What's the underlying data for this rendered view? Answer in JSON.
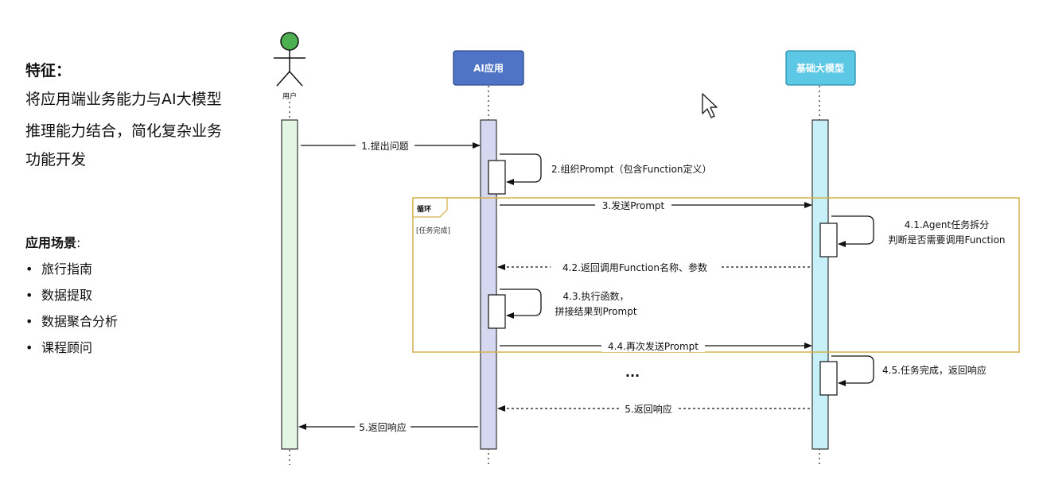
{
  "features": {
    "title": "特征：",
    "lines": [
      "将应用端业务能力与AI大模型",
      "推理能力结合，简化复杂业务",
      "功能开发"
    ]
  },
  "scenarios": {
    "title": "应用场景",
    "colon": ":",
    "items": [
      "旅行指南",
      "数据提取",
      "数据聚合分析",
      "课程顾问"
    ]
  },
  "participants": {
    "user": "用户",
    "app": "AI应用",
    "model": "基础大模型"
  },
  "loop": {
    "label": "循环",
    "condition": "[任务完成]"
  },
  "messages": {
    "m1": "1.提出问题",
    "m2": "2.组织Prompt（包含Function定义）",
    "m3": "3.发送Prompt",
    "m41_line1": "4.1.Agent任务拆分",
    "m41_line2": "判断是否需要调用Function",
    "m42": "4.2.返回调用Function名称、参数",
    "m43_line1": "4.3.执行函数，",
    "m43_line2": "拼接结果到Prompt",
    "m44": "4.4.再次发送Prompt",
    "ellipsis": "...",
    "m45": "4.5.任务完成，返回响应",
    "m5_model": "5.返回响应",
    "m5_user": "5.返回响应"
  },
  "colors": {
    "app_box": "#4f74c6",
    "model_box": "#5cc8e6",
    "user_head": "#4caf50",
    "user_bar": "#e3f5e3",
    "app_bar": "#d6d8f2",
    "model_bar": "#c8f0f8",
    "loop_border": "#d4b24a"
  }
}
